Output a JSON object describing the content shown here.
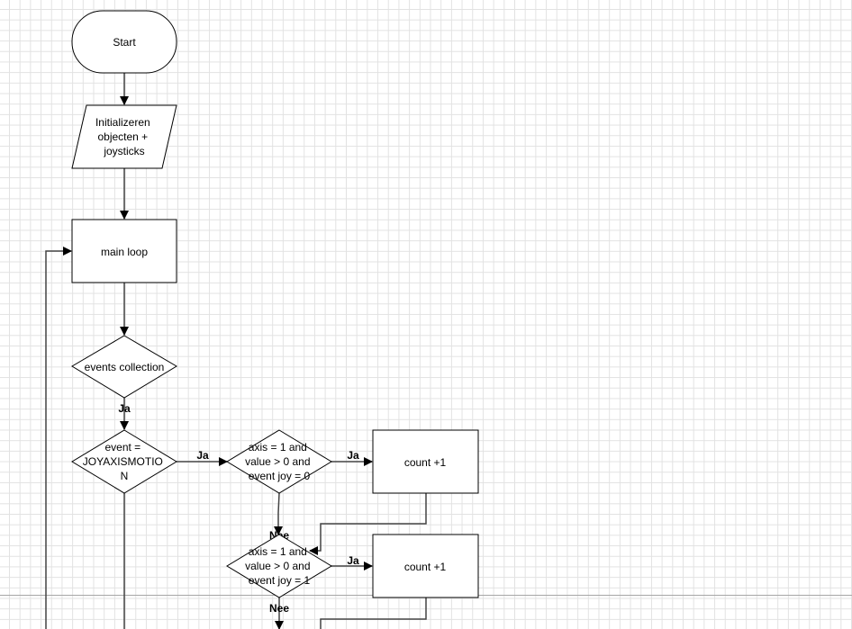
{
  "diagram": {
    "type": "flowchart",
    "nodes": {
      "start": {
        "kind": "terminator",
        "lines": [
          "Start"
        ]
      },
      "init": {
        "kind": "input-output",
        "lines": [
          "Initializeren",
          "objecten +",
          "joysticks"
        ]
      },
      "main_loop": {
        "kind": "process",
        "lines": [
          "main loop"
        ]
      },
      "events": {
        "kind": "decision",
        "lines": [
          "events collection"
        ]
      },
      "event_type": {
        "kind": "decision",
        "lines": [
          "event =",
          "JOYAXISMOTIO",
          "N"
        ]
      },
      "cond_joy0": {
        "kind": "decision",
        "lines": [
          "axis = 1 and",
          "value > 0 and",
          "event joy = 0"
        ]
      },
      "count1": {
        "kind": "process",
        "lines": [
          "count +1"
        ]
      },
      "cond_joy1": {
        "kind": "decision",
        "lines": [
          "axis = 1 and",
          "value > 0 and",
          "event joy = 1"
        ]
      },
      "count2": {
        "kind": "process",
        "lines": [
          "count +1"
        ]
      }
    },
    "edges": [
      {
        "from": "start",
        "to": "init",
        "label": ""
      },
      {
        "from": "init",
        "to": "main_loop",
        "label": ""
      },
      {
        "from": "main_loop",
        "to": "events",
        "label": ""
      },
      {
        "from": "events",
        "to": "event_type",
        "label": "Ja"
      },
      {
        "from": "event_type",
        "to": "cond_joy0",
        "label": "Ja"
      },
      {
        "from": "cond_joy0",
        "to": "count1",
        "label": "Ja"
      },
      {
        "from": "cond_joy0",
        "to": "cond_joy1",
        "label": "Nee"
      },
      {
        "from": "count1",
        "to": "cond_joy1",
        "label": ""
      },
      {
        "from": "cond_joy1",
        "to": "count2",
        "label": "Ja"
      },
      {
        "from": "cond_joy1",
        "to": "(off-screen)",
        "label": "Nee"
      },
      {
        "from": "count2",
        "to": "(off-screen)",
        "label": ""
      },
      {
        "from": "event_type",
        "to": "(off-screen)",
        "label": ""
      },
      {
        "from": "(off-screen)",
        "to": "main_loop",
        "label": ""
      }
    ],
    "labels": {
      "yes": "Ja",
      "no": "Nee"
    }
  }
}
